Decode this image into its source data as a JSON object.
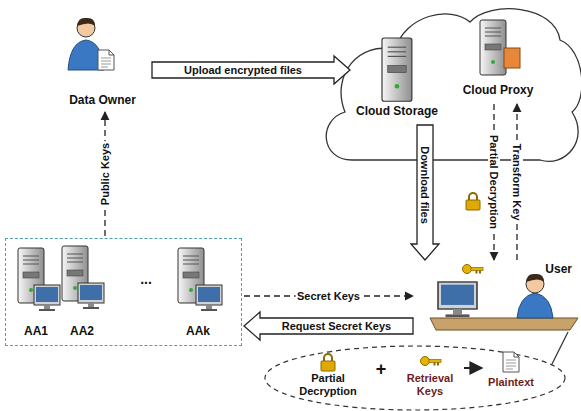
{
  "diagram": {
    "nodes": [
      {
        "text": [
          "Data Owner"
        ]
      },
      {
        "text": [
          "Cloud Storage"
        ]
      },
      {
        "text": [
          "Cloud Proxy"
        ]
      },
      {
        "text": [
          "..."
        ]
      },
      {
        "text": [
          "AA1"
        ],
        "in": 3
      },
      {
        "text": [
          "AA2"
        ],
        "in": 3
      },
      {
        "text": [
          "AAk"
        ],
        "in": 3
      },
      {
        "text": [
          "User"
        ]
      },
      {
        "text": [
          "Partial Decryption"
        ]
      },
      {
        "text": [
          "Retrieval Keys"
        ]
      },
      {
        "text": [
          "Plaintext"
        ]
      }
    ],
    "edges": [
      {
        "from": 0,
        "to": 1,
        "label": "Upload encrypted files",
        "arrow": "to"
      },
      {
        "from": 1,
        "to": 7,
        "label": "Download files",
        "arrow": "to"
      },
      {
        "from": 2,
        "to": 7,
        "label": "Partial Decryption",
        "arrow": "to"
      },
      {
        "from": 7,
        "to": 2,
        "label": "Transform Key",
        "arrow": "to"
      },
      {
        "from": 3,
        "to": 0,
        "label": "Public Keys",
        "arrow": "to"
      },
      {
        "from": 3,
        "to": 7,
        "label": "Secret Keys",
        "arrow": "to"
      },
      {
        "from": 7,
        "to": 3,
        "label": "Request Secret Keys",
        "arrow": "to"
      },
      {
        "from": 9,
        "to": 10,
        "arrow": "to"
      }
    ],
    "labels": [
      "+"
    ]
  }
}
